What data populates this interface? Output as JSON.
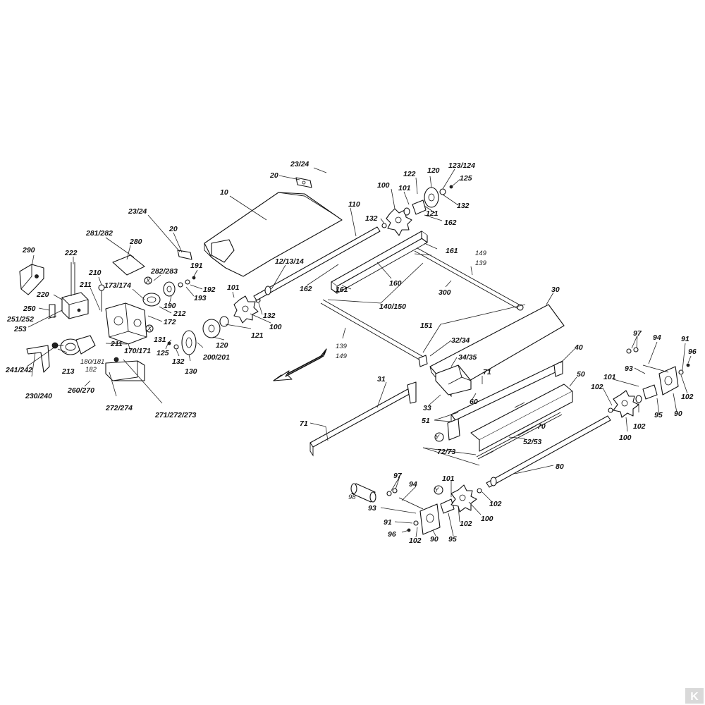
{
  "labels": {
    "l_23_24_a": "23/24",
    "l_20_a": "20",
    "l_10": "10",
    "l_23_24_b": "23/24",
    "l_20_b": "20",
    "l_281_282": "281/282",
    "l_280": "280",
    "l_290": "290",
    "l_222": "222",
    "l_210": "210",
    "l_211_a": "211",
    "l_173_174": "173/174",
    "l_282_283": "282/283",
    "l_191": "191",
    "l_192": "192",
    "l_193": "193",
    "l_190": "190",
    "l_212": "212",
    "l_172": "172",
    "l_220": "220",
    "l_250": "250",
    "l_251_252": "251/252",
    "l_253": "253",
    "l_211_b": "211",
    "l_170_171": "170/171",
    "l_180_181": "180/181",
    "l_182": "182",
    "l_241_242": "241/242",
    "l_213": "213",
    "l_230_240": "230/240",
    "l_260_270": "260/270",
    "l_272_274": "272/274",
    "l_271_272_273": "271/272/273",
    "l_131": "131",
    "l_125_a": "125",
    "l_132_a": "132",
    "l_130": "130",
    "l_200_201": "200/201",
    "l_120_a": "120",
    "l_121_a": "121",
    "l_101_a": "101",
    "l_132_b": "132",
    "l_100_a": "100",
    "l_12_13_14": "12/13/14",
    "l_110": "110",
    "l_132_c": "132",
    "l_100_b": "100",
    "l_101_b": "101",
    "l_122": "122",
    "l_120_b": "120",
    "l_123_124": "123/124",
    "l_125_b": "125",
    "l_121_b": "121",
    "l_132_d": "132",
    "l_162_a": "162",
    "l_161_a": "161",
    "l_149_a": "149",
    "l_139_a": "139",
    "l_300": "300",
    "l_162_b": "162",
    "l_161_b": "161",
    "l_160": "160",
    "l_140_150": "140/150",
    "l_139_b": "139",
    "l_149_b": "149",
    "l_30": "30",
    "l_151": "151",
    "l_32_34": "32/34",
    "l_34_35": "34/35",
    "l_40": "40",
    "l_71_a": "71",
    "l_60": "60",
    "l_33": "33",
    "l_50": "50",
    "l_31": "31",
    "l_71_b": "71",
    "l_51": "51",
    "l_70": "70",
    "l_52_53": "52/53",
    "l_72_73": "72/73",
    "l_80": "80",
    "l_97_a": "97",
    "l_94_a": "94",
    "l_91_a": "91",
    "l_96_a": "96",
    "l_93_a": "93",
    "l_101_c": "101",
    "l_102_a": "102",
    "l_102_b": "102",
    "l_95_a": "95",
    "l_102_c": "102",
    "l_90_a": "90",
    "l_100_c": "100",
    "l_98": "98",
    "l_97_b": "97",
    "l_94_b": "94",
    "l_93_b": "93",
    "l_91_b": "91",
    "l_96_b": "96",
    "l_102_d": "102",
    "l_90_b": "90",
    "l_95_b": "95",
    "l_101_d": "101",
    "l_102_e": "102",
    "l_102_f": "102",
    "l_100_d": "100",
    "l_y_a": "Y",
    "l_y_b": "Y",
    "l_x_a": "X",
    "l_x_b": "X"
  },
  "logo_text": "K"
}
